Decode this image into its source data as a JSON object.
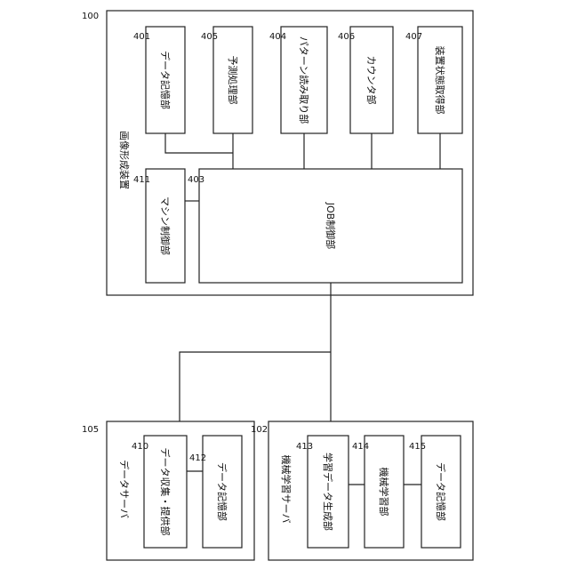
{
  "devices": {
    "image_forming": {
      "ref": "100",
      "title": "画像形成装置",
      "blocks": {
        "data_storage": {
          "ref": "401",
          "label": "データ記憶部"
        },
        "prediction": {
          "ref": "405",
          "label": "予測処理部"
        },
        "pattern_read": {
          "ref": "404",
          "label": "パターン読み取り部"
        },
        "counter": {
          "ref": "406",
          "label": "カウンタ部"
        },
        "status_get": {
          "ref": "407",
          "label": "装置状態取得部"
        },
        "machine_ctrl": {
          "ref": "411",
          "label": "マシン制御部"
        },
        "job_ctrl": {
          "ref": "403",
          "label": "JOB制御部"
        }
      }
    },
    "data_server": {
      "ref": "105",
      "title": "データサーバ",
      "blocks": {
        "collect_provide": {
          "ref": "410",
          "label": "データ収集・提供部"
        },
        "data_storage": {
          "ref": "412",
          "label": "データ記憶部"
        }
      }
    },
    "ml_server": {
      "ref": "102",
      "title": "機械学習サーバ",
      "blocks": {
        "train_gen": {
          "ref": "413",
          "label": "学習データ生成部"
        },
        "ml": {
          "ref": "414",
          "label": "機械学習部"
        },
        "data_storage": {
          "ref": "415",
          "label": "データ記憶部"
        }
      }
    }
  }
}
